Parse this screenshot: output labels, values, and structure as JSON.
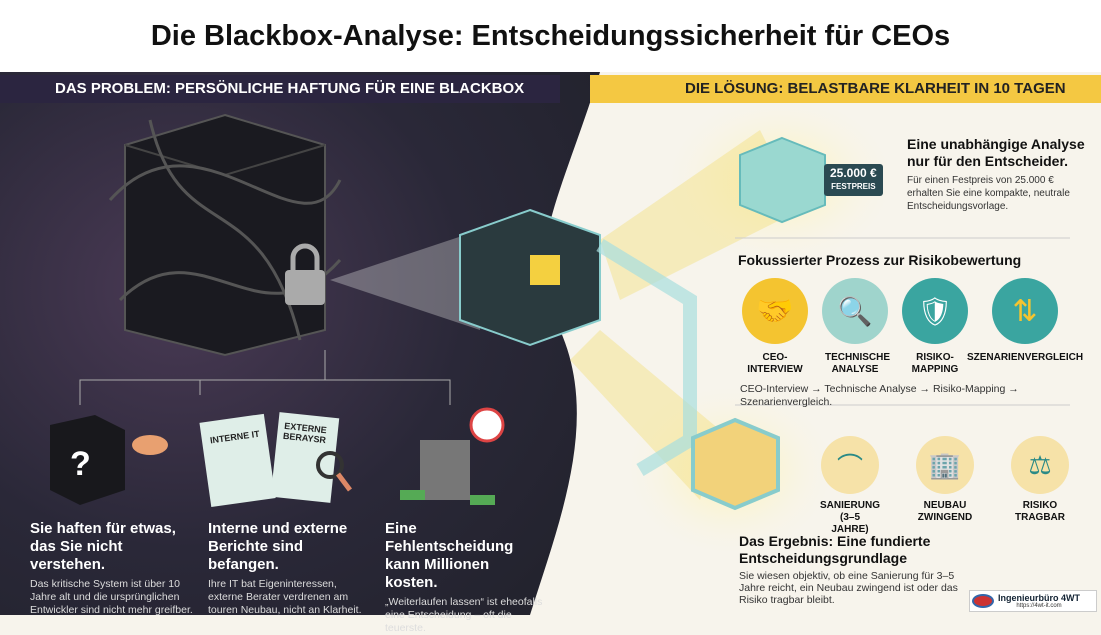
{
  "title": "Die Blackbox-Analyse: Entscheidungssicherheit für CEOs",
  "problem": {
    "header": "Das Problem: Persönliche Haftung für eine Blackbox",
    "items": [
      {
        "heading": "Sie haften für etwas, das Sie nicht verstehen.",
        "body": "Das kritische System ist über 10 Jahre alt und die ursprünglichen Entwickler sind nicht mehr greifber."
      },
      {
        "heading": "Interne und externe Berichte sind befangen.",
        "body": "Ihre IT bat Eigeninteressen, externe Berater verdrenen am touren Neubau, nicht an Klarheit."
      },
      {
        "heading": "Eine Fehlentscheidung kann Millionen kosten.",
        "body": "„Weiterlaufen lassen“ ist eheofalls eine Entscheidung – oft die teuerste."
      }
    ],
    "doc_labels": [
      "INTERNE IT",
      "EXTERNE BERAYSR"
    ]
  },
  "solution": {
    "header": "Die Lösung: Belastbare Klarheit in 10 Tagen",
    "price_tag": {
      "amount": "25.000 €",
      "label": "FESTPREIS"
    },
    "offer": {
      "heading": "Eine unabhängige Analyse nur für den Entscheider.",
      "body": "Für einen Festpreis von 25.000 € erhalten Sie eine kompakte, neutrale Entscheidungsvorlage."
    },
    "process": {
      "heading": "Fokussierter Prozess zur Risikobewertung",
      "steps": [
        {
          "label": "CEO-INTERVIEW",
          "icon": "handshake-icon"
        },
        {
          "label": "TECHNISCHE ANALYSE",
          "icon": "chip-magnifier-icon"
        },
        {
          "label": "RISIKO-MAPPING",
          "icon": "shield-chart-icon"
        },
        {
          "label": "SZENARIENVERGLEICH",
          "icon": "split-arrows-icon"
        }
      ],
      "summary": "CEO-Interview → Technische Analyse → Risiko-Mapping → Szenarienvergleich."
    },
    "outcomes": [
      {
        "label": "SANIERUNG (3–5 JAHRE)",
        "icon": "bridge-icon"
      },
      {
        "label": "NEUBAU ZWINGEND",
        "icon": "building-icon"
      },
      {
        "label": "RISIKO TRAGBAR",
        "icon": "scales-icon"
      }
    ],
    "result": {
      "heading": "Das Ergebnis: Eine fundierte Entscheidungsgrundlage",
      "body": "Sie wiesen objektiv, ob eine Sanierung für 3–5 Jahre reicht, ein Neubau zwingend ist oder das Risiko tragbar bleibt."
    }
  },
  "footer": {
    "company": "Ingenieurbüro 4WT",
    "url": "https://4wt-it.com"
  },
  "colors": {
    "dark": "#2b2540",
    "accent": "#f4c842",
    "teal": "#3aa5a0"
  }
}
